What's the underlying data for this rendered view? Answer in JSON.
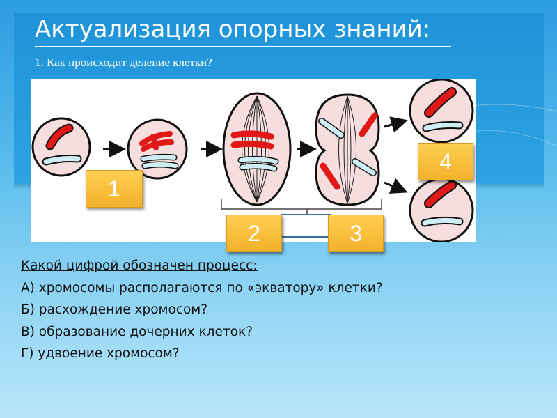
{
  "slide": {
    "title": "Актуализация опорных знаний:",
    "question": "1. Как происходит деление клетки?",
    "tags": [
      "1",
      "2",
      "3",
      "4"
    ],
    "prompt": "Какой цифрой обозначен процесс:",
    "options": [
      "А) хромосомы располагаются по «экватору» клетки?",
      "Б) расхождение хромосом?",
      "В) образование дочерних клеток?",
      "Г) удвоение хромосом?"
    ]
  },
  "colors": {
    "chromosome_red": "#e01818",
    "chromosome_blue": "#cfeef3",
    "cell_fill": "#f7dede",
    "tag_orange": "#f4b12a"
  }
}
